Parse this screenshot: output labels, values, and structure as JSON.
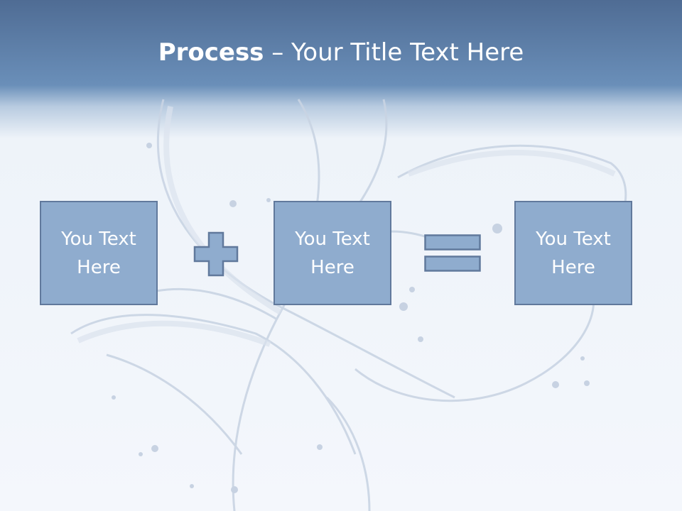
{
  "slide": {
    "title_strong": "Process",
    "title_rest": " – Your Title Text Here",
    "boxes": [
      {
        "line1": "You Text",
        "line2": "Here"
      },
      {
        "line1": "You Text",
        "line2": "Here"
      },
      {
        "line1": "You Text",
        "line2": "Here"
      }
    ],
    "operators": [
      "plus-icon",
      "equals-icon"
    ],
    "colors": {
      "header": "#5f82ad",
      "box_fill": "#8facce",
      "box_border": "#61799c",
      "background": "#f4f7fc"
    }
  }
}
